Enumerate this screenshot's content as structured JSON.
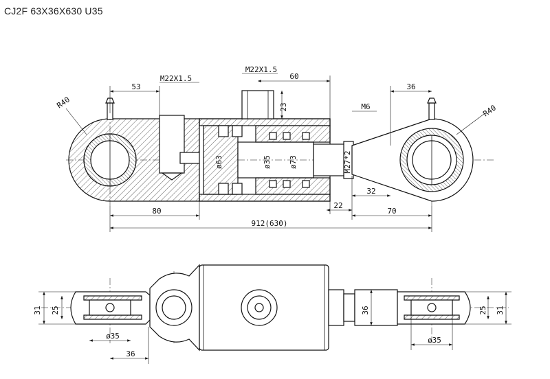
{
  "title": "CJ2F 63X36X630 U35",
  "top_view": {
    "r40_left": "R40",
    "r40_right": "R40",
    "d53": "53",
    "m22_left": "M22X1.5",
    "m22_top": "M22X1.5",
    "d60": "60",
    "d23": "23",
    "d36": "36",
    "m6": "M6",
    "d63": "ø63",
    "d35": "ø35",
    "d73": "ø73",
    "m27": "M27*2",
    "d32": "32",
    "d22": "22",
    "d80": "80",
    "d70": "70",
    "total": "912(630)"
  },
  "bottom_view": {
    "d31_left": "31",
    "d25_left": "25",
    "d35_left": "ø35",
    "d36_left": "36",
    "d36_mid": "36",
    "d25_right": "25",
    "d31_right": "31",
    "d35_right": "ø35"
  }
}
